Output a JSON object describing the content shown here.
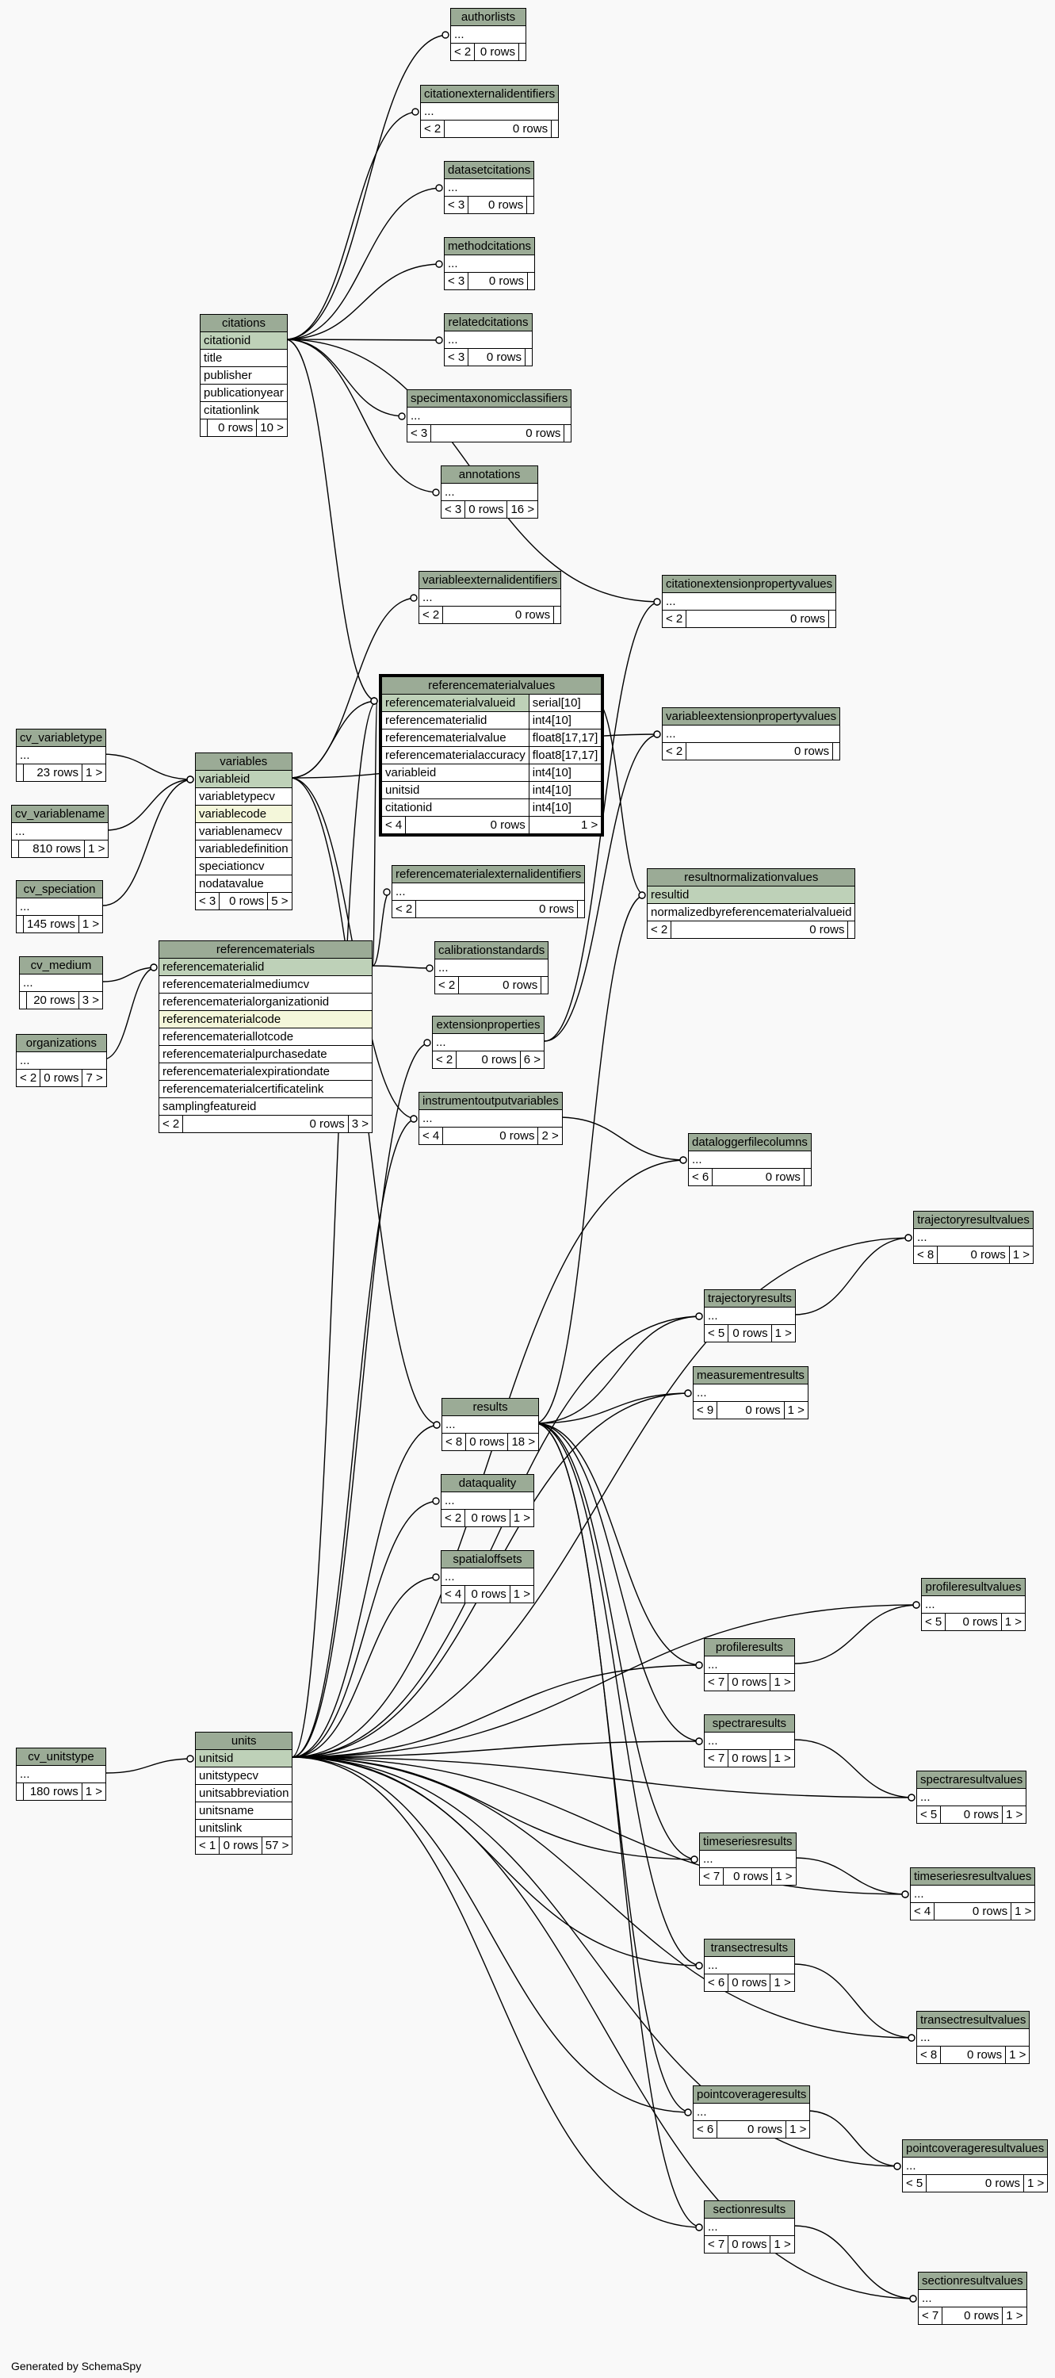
{
  "footer": "Generated by SchemaSpy",
  "colors": {
    "header": "#9bab96",
    "pk": "#bed1b8",
    "indexed": "#f4f7da",
    "background": "#f9f9f9"
  },
  "tables": [
    {
      "name": "authorlists",
      "rows": [],
      "ellipsis": "...",
      "footer": [
        "< 2",
        "0 rows",
        ""
      ]
    },
    {
      "name": "citationexternalidentifiers",
      "rows": [],
      "ellipsis": "...",
      "footer": [
        "< 2",
        "0 rows",
        ""
      ]
    },
    {
      "name": "datasetcitations",
      "rows": [],
      "ellipsis": "...",
      "footer": [
        "< 3",
        "0 rows",
        ""
      ]
    },
    {
      "name": "methodcitations",
      "rows": [],
      "ellipsis": "...",
      "footer": [
        "< 3",
        "0 rows",
        ""
      ]
    },
    {
      "name": "relatedcitations",
      "rows": [],
      "ellipsis": "...",
      "footer": [
        "< 3",
        "0 rows",
        ""
      ]
    },
    {
      "name": "specimentaxonomicclassifiers",
      "rows": [],
      "ellipsis": "...",
      "footer": [
        "< 3",
        "0 rows",
        ""
      ]
    },
    {
      "name": "annotations",
      "rows": [],
      "ellipsis": "...",
      "footer": [
        "< 3",
        "0 rows",
        "16 >"
      ]
    },
    {
      "name": "citations",
      "rows": [
        {
          "c": "citationid",
          "t": "pk"
        },
        {
          "c": "title"
        },
        {
          "c": "publisher"
        },
        {
          "c": "publicationyear"
        },
        {
          "c": "citationlink"
        }
      ],
      "footer": [
        "",
        "0 rows",
        "10 >"
      ]
    },
    {
      "name": "variableexternalidentifiers",
      "rows": [],
      "ellipsis": "...",
      "footer": [
        "< 2",
        "0 rows",
        ""
      ]
    },
    {
      "name": "citationextensionpropertyvalues",
      "rows": [],
      "ellipsis": "...",
      "footer": [
        "< 2",
        "0 rows",
        ""
      ]
    },
    {
      "name": "referencematerialvalues",
      "rows": [
        {
          "c": "referencematerialvalueid",
          "d": "serial[10]",
          "t": "pk"
        },
        {
          "c": "referencematerialid",
          "d": "int4[10]"
        },
        {
          "c": "referencematerialvalue",
          "d": "float8[17,17]"
        },
        {
          "c": "referencematerialaccuracy",
          "d": "float8[17,17]"
        },
        {
          "c": "variableid",
          "d": "int4[10]"
        },
        {
          "c": "unitsid",
          "d": "int4[10]"
        },
        {
          "c": "citationid",
          "d": "int4[10]"
        }
      ],
      "footer": [
        "< 4",
        "0 rows",
        "1 >"
      ]
    },
    {
      "name": "variableextensionpropertyvalues",
      "rows": [],
      "ellipsis": "...",
      "footer": [
        "< 2",
        "0 rows",
        ""
      ]
    },
    {
      "name": "cv_variabletype",
      "rows": [],
      "ellipsis": "...",
      "footer": [
        "",
        "23 rows",
        "1 >"
      ]
    },
    {
      "name": "variables",
      "rows": [
        {
          "c": "variableid",
          "t": "pk"
        },
        {
          "c": "variabletypecv"
        },
        {
          "c": "variablecode",
          "t": "ix"
        },
        {
          "c": "variablenamecv"
        },
        {
          "c": "variabledefinition"
        },
        {
          "c": "speciationcv"
        },
        {
          "c": "nodatavalue"
        }
      ],
      "footer": [
        "< 3",
        "0 rows",
        "5 >"
      ]
    },
    {
      "name": "cv_variablename",
      "rows": [],
      "ellipsis": "...",
      "footer": [
        "",
        "810 rows",
        "1 >"
      ]
    },
    {
      "name": "cv_speciation",
      "rows": [],
      "ellipsis": "...",
      "footer": [
        "",
        "145 rows",
        "1 >"
      ]
    },
    {
      "name": "referencematerialexternalidentifiers",
      "rows": [],
      "ellipsis": "...",
      "footer": [
        "< 2",
        "0 rows",
        ""
      ]
    },
    {
      "name": "resultnormalizationvalues",
      "rows": [
        {
          "c": "resultid",
          "t": "pk"
        },
        {
          "c": "normalizedbyreferencematerialvalueid"
        }
      ],
      "footer": [
        "< 2",
        "0 rows",
        ""
      ]
    },
    {
      "name": "cv_medium",
      "rows": [],
      "ellipsis": "...",
      "footer": [
        "",
        "20 rows",
        "3 >"
      ]
    },
    {
      "name": "referencematerials",
      "rows": [
        {
          "c": "referencematerialid",
          "t": "pk"
        },
        {
          "c": "referencematerialmediumcv"
        },
        {
          "c": "referencematerialorganizationid"
        },
        {
          "c": "referencematerialcode",
          "t": "ix"
        },
        {
          "c": "referencemateriallotcode"
        },
        {
          "c": "referencematerialpurchasedate"
        },
        {
          "c": "referencematerialexpirationdate"
        },
        {
          "c": "referencematerialcertificatelink"
        },
        {
          "c": "samplingfeatureid"
        }
      ],
      "footer": [
        "< 2",
        "0 rows",
        "3 >"
      ]
    },
    {
      "name": "calibrationstandards",
      "rows": [],
      "ellipsis": "...",
      "footer": [
        "< 2",
        "0 rows",
        ""
      ]
    },
    {
      "name": "organizations",
      "rows": [],
      "ellipsis": "...",
      "footer": [
        "< 2",
        "0 rows",
        "7 >"
      ]
    },
    {
      "name": "extensionproperties",
      "rows": [],
      "ellipsis": "...",
      "footer": [
        "< 2",
        "0 rows",
        "6 >"
      ]
    },
    {
      "name": "instrumentoutputvariables",
      "rows": [],
      "ellipsis": "...",
      "footer": [
        "< 4",
        "0 rows",
        "2 >"
      ]
    },
    {
      "name": "dataloggerfilecolumns",
      "rows": [],
      "ellipsis": "...",
      "footer": [
        "< 6",
        "0 rows",
        ""
      ]
    },
    {
      "name": "trajectoryresultvalues",
      "rows": [],
      "ellipsis": "...",
      "footer": [
        "< 8",
        "0 rows",
        "1 >"
      ]
    },
    {
      "name": "trajectoryresults",
      "rows": [],
      "ellipsis": "...",
      "footer": [
        "< 5",
        "0 rows",
        "1 >"
      ]
    },
    {
      "name": "measurementresults",
      "rows": [],
      "ellipsis": "...",
      "footer": [
        "< 9",
        "0 rows",
        "1 >"
      ]
    },
    {
      "name": "results",
      "rows": [],
      "ellipsis": "...",
      "footer": [
        "< 8",
        "0 rows",
        "18 >"
      ]
    },
    {
      "name": "dataquality",
      "rows": [],
      "ellipsis": "...",
      "footer": [
        "< 2",
        "0 rows",
        "1 >"
      ]
    },
    {
      "name": "spatialoffsets",
      "rows": [],
      "ellipsis": "...",
      "footer": [
        "< 4",
        "0 rows",
        "1 >"
      ]
    },
    {
      "name": "profileresultvalues",
      "rows": [],
      "ellipsis": "...",
      "footer": [
        "< 5",
        "0 rows",
        "1 >"
      ]
    },
    {
      "name": "profileresults",
      "rows": [],
      "ellipsis": "...",
      "footer": [
        "< 7",
        "0 rows",
        "1 >"
      ]
    },
    {
      "name": "spectraresults",
      "rows": [],
      "ellipsis": "...",
      "footer": [
        "< 7",
        "0 rows",
        "1 >"
      ]
    },
    {
      "name": "cv_unitstype",
      "rows": [],
      "ellipsis": "...",
      "footer": [
        "",
        "180 rows",
        "1 >"
      ]
    },
    {
      "name": "units",
      "rows": [
        {
          "c": "unitsid",
          "t": "pk"
        },
        {
          "c": "unitstypecv"
        },
        {
          "c": "unitsabbreviation"
        },
        {
          "c": "unitsname"
        },
        {
          "c": "unitslink"
        }
      ],
      "footer": [
        "< 1",
        "0 rows",
        "57 >"
      ]
    },
    {
      "name": "spectraresultvalues",
      "rows": [],
      "ellipsis": "...",
      "footer": [
        "< 5",
        "0 rows",
        "1 >"
      ]
    },
    {
      "name": "timeseriesresults",
      "rows": [],
      "ellipsis": "...",
      "footer": [
        "< 7",
        "0 rows",
        "1 >"
      ]
    },
    {
      "name": "timeseriesresultvalues",
      "rows": [],
      "ellipsis": "...",
      "footer": [
        "< 4",
        "0 rows",
        "1 >"
      ]
    },
    {
      "name": "transectresults",
      "rows": [],
      "ellipsis": "...",
      "footer": [
        "< 6",
        "0 rows",
        "1 >"
      ]
    },
    {
      "name": "transectresultvalues",
      "rows": [],
      "ellipsis": "...",
      "footer": [
        "< 8",
        "0 rows",
        "1 >"
      ]
    },
    {
      "name": "pointcoverageresults",
      "rows": [],
      "ellipsis": "...",
      "footer": [
        "< 6",
        "0 rows",
        "1 >"
      ]
    },
    {
      "name": "pointcoverageresultvalues",
      "rows": [],
      "ellipsis": "...",
      "footer": [
        "< 5",
        "0 rows",
        "1 >"
      ]
    },
    {
      "name": "sectionresults",
      "rows": [],
      "ellipsis": "...",
      "footer": [
        "< 7",
        "0 rows",
        "1 >"
      ]
    },
    {
      "name": "sectionresultvalues",
      "rows": [],
      "ellipsis": "...",
      "footer": [
        "< 7",
        "0 rows",
        "1 >"
      ]
    }
  ]
}
